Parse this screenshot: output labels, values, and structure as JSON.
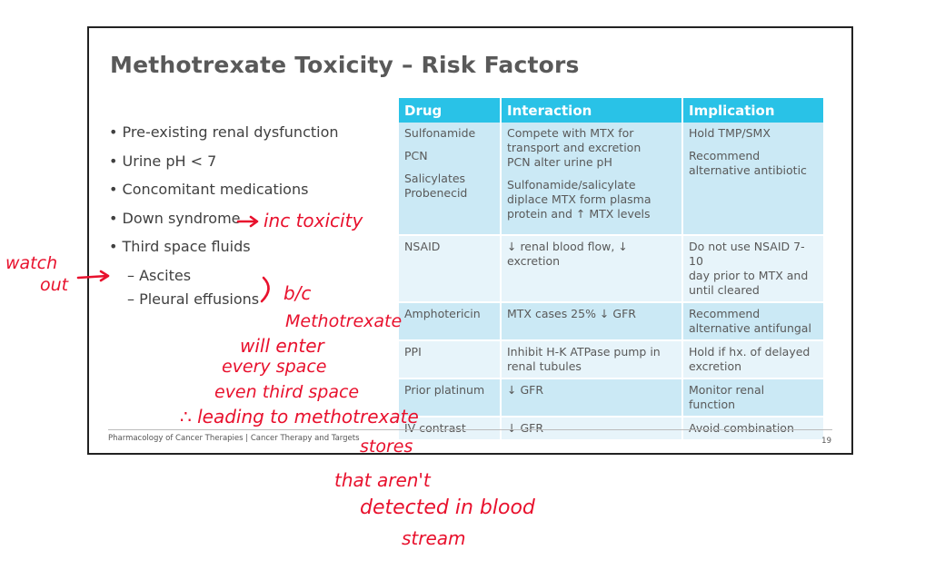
{
  "slide": {
    "title": "Methotrexate Toxicity – Risk Factors",
    "bullets": [
      "• Pre-existing renal dysfunction",
      "• Urine pH < 7",
      "• Concomitant medications",
      "• Down syndrome",
      "• Third space fluids"
    ],
    "sub_bullets": [
      "– Ascites",
      "– Pleural effusions"
    ],
    "footer": "Pharmacology of Cancer Therapies | Cancer Therapy and Targets",
    "page_number": "19"
  },
  "table": {
    "headers": [
      "Drug",
      "Interaction",
      "Implication"
    ],
    "rows": [
      {
        "drug": [
          "Sulfonamide",
          "PCN",
          "Salicylates",
          "Probenecid"
        ],
        "interaction": [
          "Compete  with MTX for",
          "transport and excretion",
          "PCN alter urine pH",
          "Sulfonamide/salicylate",
          "diplace MTX form plasma",
          "protein  and ↑ MTX levels"
        ],
        "implication": [
          "Hold TMP/SMX",
          "Recommend",
          "alternative antibiotic"
        ]
      },
      {
        "drug": [
          "NSAID"
        ],
        "interaction": [
          "↓ renal blood flow, ↓",
          "excretion"
        ],
        "implication": [
          "Do not use NSAID 7-10",
          "day prior to MTX and",
          "until cleared"
        ]
      },
      {
        "drug": [
          "Amphotericin"
        ],
        "interaction": [
          "MTX  cases 25% ↓ GFR"
        ],
        "implication": [
          "Recommend",
          "alternative antifungal"
        ]
      },
      {
        "drug": [
          "PPI"
        ],
        "interaction": [
          "Inhibit H-K ATPase pump in",
          "renal tubules"
        ],
        "implication": [
          "Hold if hx. of delayed",
          "excretion"
        ]
      },
      {
        "drug": [
          "Prior platinum"
        ],
        "interaction": [
          "↓ GFR"
        ],
        "implication": [
          "Monitor  renal",
          "function"
        ]
      },
      {
        "drug": [
          "IV contrast"
        ],
        "interaction": [
          "↓ GFR"
        ],
        "implication": [
          "Avoid combination"
        ]
      }
    ]
  },
  "annotations": {
    "inc_toxicity": "inc toxicity",
    "watch_out_1": "watch",
    "watch_out_2": "out",
    "note_lines": [
      "b/c",
      "Methotrexate",
      "will enter",
      "every space",
      "even third space",
      "∴ leading to methotrexate",
      "stores",
      "that aren't",
      "detected in blood",
      "stream"
    ]
  },
  "colors": {
    "header": "#29c2e7",
    "row_odd": "#cbe9f5",
    "row_even": "#e7f4fa",
    "ink": "#e8112d"
  }
}
